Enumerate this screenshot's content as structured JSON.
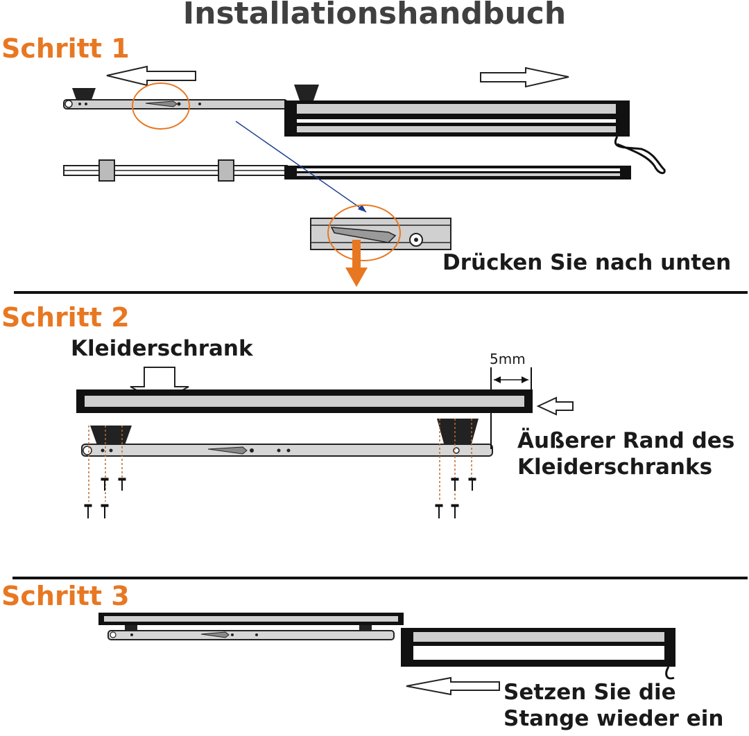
{
  "title": "Installationshandbuch",
  "step1": {
    "label": "Schritt 1",
    "caption": "Drücken Sie nach unten"
  },
  "step2": {
    "label": "Schritt 2",
    "wardrobe_label": "Kleiderschrank",
    "gap_label": "5mm",
    "edge_line1": "Äußerer Rand des",
    "edge_line2": "Kleiderschranks"
  },
  "step3": {
    "label": "Schritt 3",
    "caption_line1": "Setzen Sie die",
    "caption_line2": "Stange wieder ein"
  },
  "colors": {
    "accent": "#e87722",
    "bar_fill": "#c8c8c8",
    "outline": "#111111",
    "text": "#1a1a1a",
    "title": "#404040"
  }
}
